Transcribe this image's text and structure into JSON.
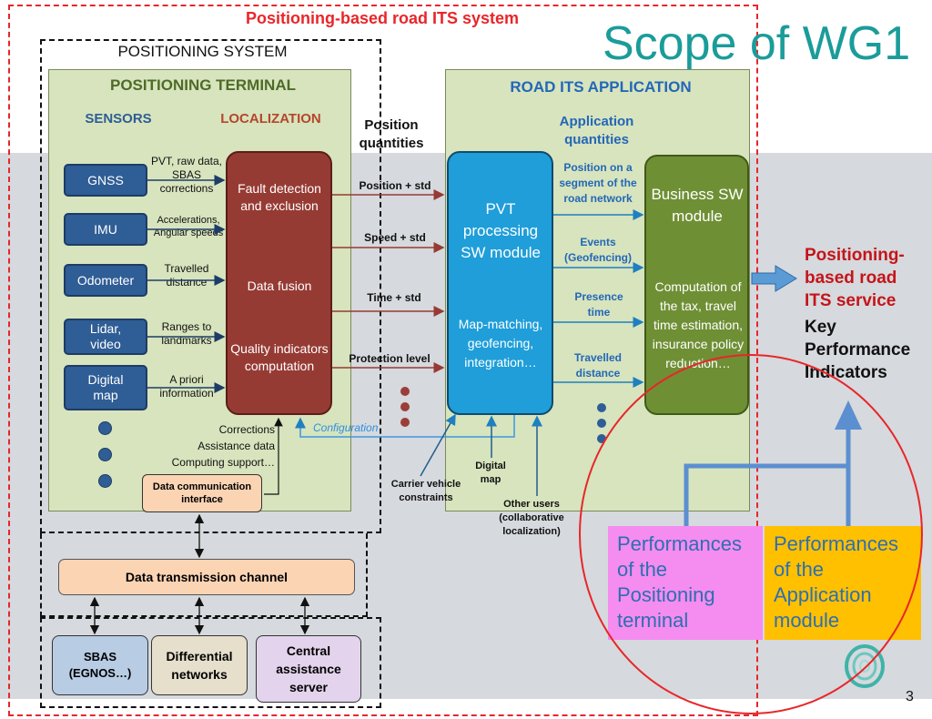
{
  "slide": {
    "system_title": "Positioning-based road ITS system",
    "scope_title": "Scope of WG1",
    "page_number": "3"
  },
  "positioning_system": {
    "title": "POSITIONING SYSTEM",
    "terminal_title": "POSITIONING TERMINAL",
    "sensors_header": "SENSORS",
    "localization_header": "LOCALIZATION",
    "sensors": [
      "GNSS",
      "IMU",
      "Odometer",
      "Lidar, video",
      "Digital map"
    ],
    "sensor_labels": [
      "PVT, raw data, SBAS corrections",
      "Accelerations, Angular speeds",
      "Travelled distance",
      "Ranges to landmarks",
      "A priori information"
    ],
    "localization_box": [
      "Fault detection and exclusion",
      "Data fusion",
      "Quality indicators computation"
    ],
    "corrections_text": [
      "Corrections",
      "Assistance data",
      "Computing support…"
    ],
    "data_comm_interface": "Data communication interface"
  },
  "transmission": {
    "channel": "Data transmission channel",
    "sources": [
      "SBAS (EGNOS…)",
      "Differential networks",
      "Central assistance server"
    ]
  },
  "position_quantities": {
    "header": "Position quantities",
    "items": [
      "Position + std",
      "Speed + std",
      "Time + std",
      "Protection level"
    ],
    "configuration": "Configuration"
  },
  "application": {
    "title": "ROAD ITS APPLICATION",
    "quantities_header": "Application quantities",
    "pvt_module": "PVT processing SW module",
    "pvt_functions": "Map-matching, geofencing, integration…",
    "app_quantities": [
      "Position on a segment of the road network",
      "Events (Geofencing)",
      "Presence time",
      "Travelled distance"
    ],
    "business_module": "Business SW module",
    "business_functions": "Computation of the tax, travel time estimation, insurance policy reduction…",
    "inputs": [
      "Carrier vehicle constraints",
      "Digital map",
      "Other users (collaborative localization)"
    ]
  },
  "service": {
    "label": "Positioning-based road ITS service",
    "kpi": "Key Performance Indicators",
    "perf_terminal": "Performances of the Positioning terminal",
    "perf_application": "Performances of the Application module"
  },
  "colors": {
    "red_dashed": "#e8262a",
    "terminal_bg": "#d7e4bd",
    "sensor_blue": "#2f5d95",
    "localization_red": "#963b34",
    "pvt_blue": "#1f9ed9",
    "business_green": "#6f8f35",
    "scope_teal": "#1a9c9a",
    "perf_pink": "#f58cf0",
    "perf_yellow": "#ffc000",
    "arrow_blue": "#5b8fd0"
  }
}
